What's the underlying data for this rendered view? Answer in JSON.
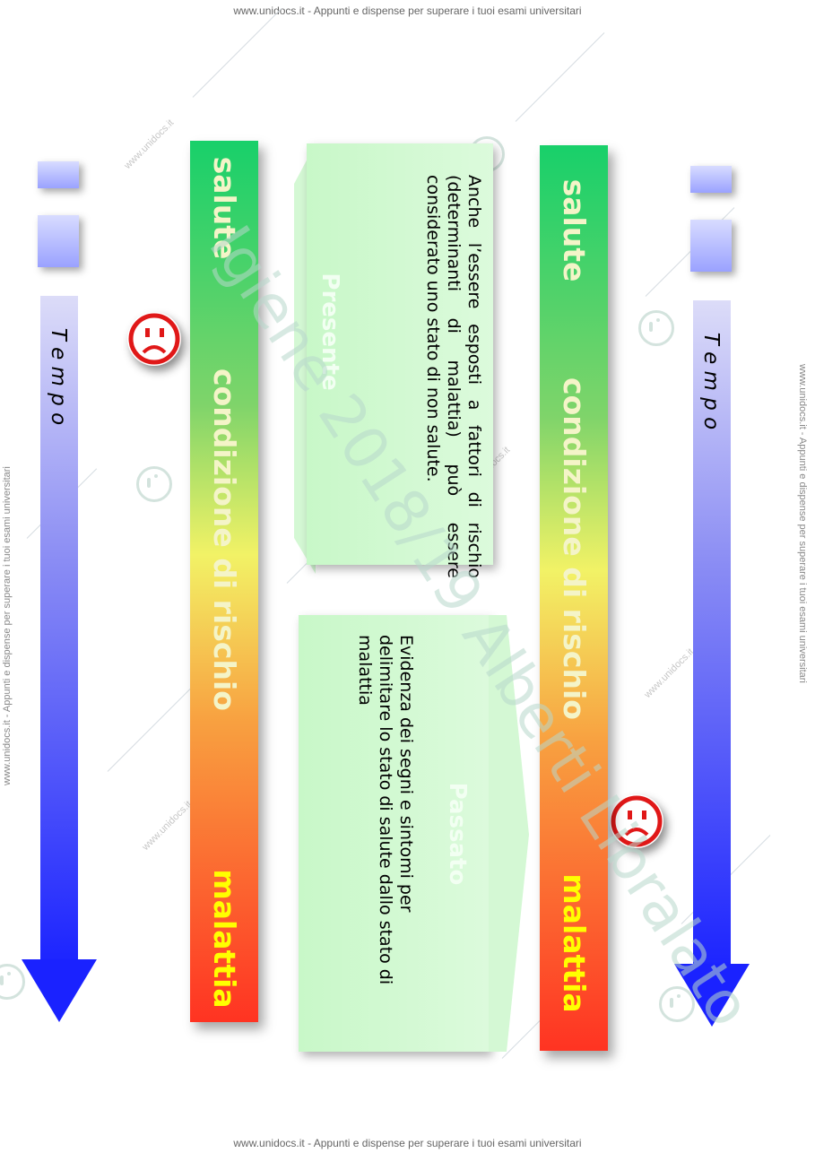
{
  "watermark": {
    "header_text": "www.unidocs.it - Appunti e dispense per superare i tuoi esami universitari",
    "footer_text": "www.unidocs.it - Appunti e dispense per superare i tuoi esami universitari",
    "side_text": "www.unidocs.it - Appunti e dispense per superare i tuoi esami universitari",
    "site": "www.unidocs.it",
    "diagonal_text": "Igiene 2018/19 Alberti Libralato",
    "icon": "unidocs-logo-icon"
  },
  "left_panel": {
    "bar_labels": {
      "top": "salute",
      "middle": "condizione di rischio",
      "bottom": "malattia"
    },
    "tempo_label": "T e m p o",
    "callout": {
      "ghost_label": "Presente",
      "text": "Anche l’essere esposti a fattori di rischio (determinanti di malattia) può essere considerato uno stato di non salute."
    }
  },
  "right_panel": {
    "bar_labels": {
      "top": "salute",
      "middle": "condizione di rischio",
      "bottom": "malattia"
    },
    "tempo_label": "T e m p o",
    "callout": {
      "ghost_label": "Passato",
      "text": "Evidenza dei segni e sintomi per delimitare lo stato di salute dallo stato di malattia"
    }
  },
  "icons": {
    "sad_face": "sad-face-icon",
    "arrow": "arrow-down-icon"
  },
  "colors": {
    "bar_green": "#18d06a",
    "bar_yellow": "#f2f266",
    "bar_red": "#ff3322",
    "bar_label_light": "#f4f4c8",
    "bar_label_yellow": "#ffff00",
    "arrow_blue": "#1a22ff",
    "callout_green": "#c8f8c8",
    "frown_red": "#e01818"
  }
}
